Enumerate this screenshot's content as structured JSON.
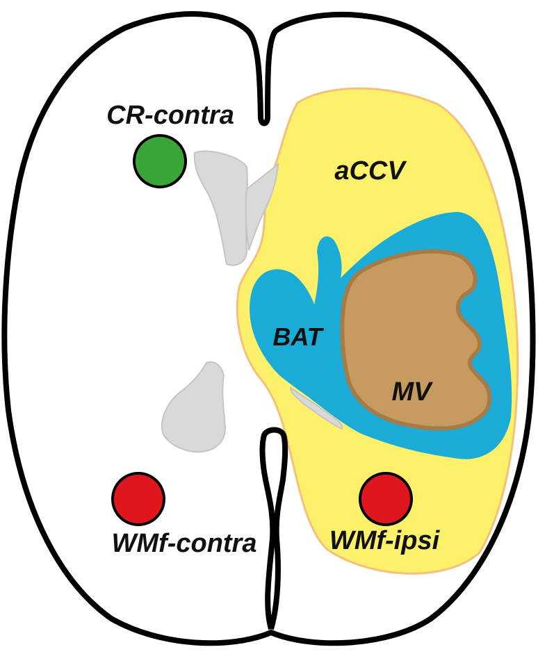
{
  "labels": {
    "cr_contra": "CR-contra",
    "accv": "aCCV",
    "bat": "BAT",
    "mv": "MV",
    "wmf_contra": "WMf-contra",
    "wmf_ipsi": "WMf-ipsi"
  },
  "colors": {
    "outline": "#000000",
    "accv_fill": "#fdf06a",
    "accv_border": "#f5c07a",
    "bat_fill": "#1aabd6",
    "mv_fill": "#c79a5f",
    "mv_border": "#a77b47",
    "ventricle_fill": "#d9d9d9",
    "cr_marker": "#3aa637",
    "wmf_marker": "#e0161f"
  }
}
